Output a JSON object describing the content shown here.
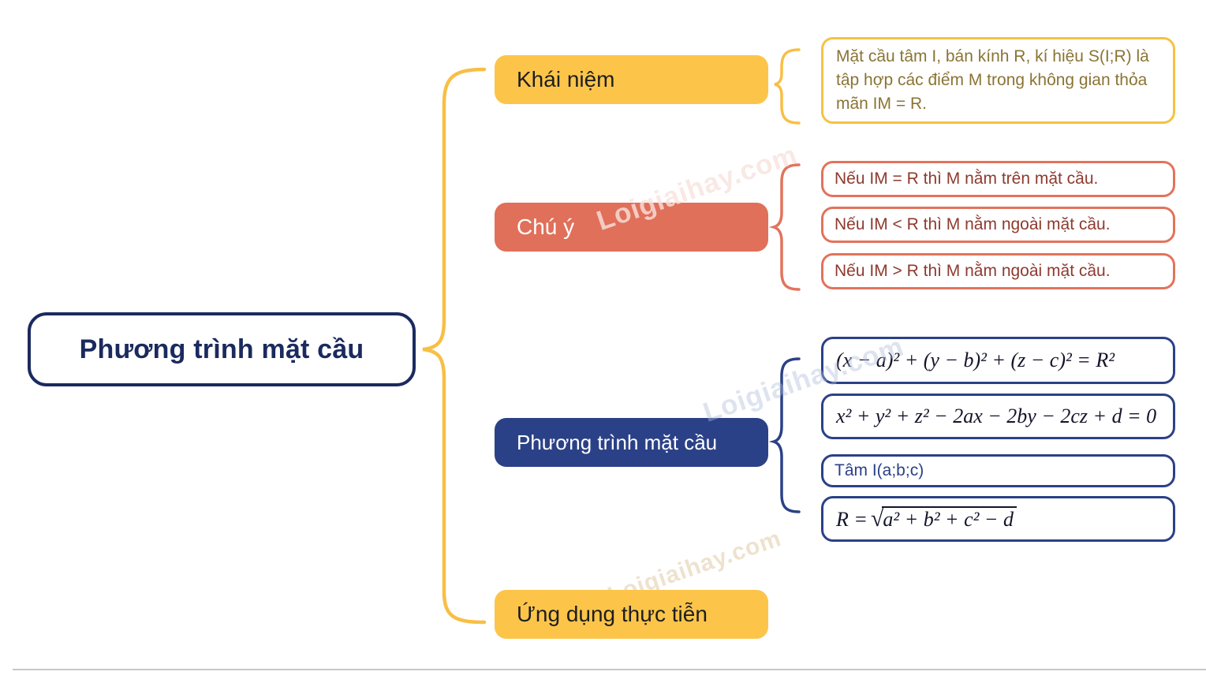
{
  "root": {
    "title": "Phương trình mặt cầu"
  },
  "branches": {
    "concept": {
      "label": "Khái niệm",
      "note": "Mặt cầu tâm I, bán kính R, kí hiệu S(I;R) là tập hợp các điểm M trong không gian thỏa mãn IM = R."
    },
    "attention": {
      "label": "Chú ý",
      "notes": [
        "Nếu IM = R thì M nằm trên mặt cầu.",
        "Nếu IM < R thì M nằm ngoài mặt cầu.",
        "Nếu IM > R thì M nằm ngoài mặt cầu."
      ]
    },
    "equation": {
      "label": "Phương trình mặt cầu",
      "formulas": {
        "standard": "(x − a)² + (y − b)² + (z − c)² = R²",
        "general": "x² + y² + z² − 2ax − 2by − 2cz + d = 0",
        "center": "Tâm I(a;b;c)",
        "radius_prefix": "R =",
        "radius_sqrt": "√",
        "radius_radicand": "a² + b² + c² − d"
      }
    },
    "application": {
      "label": "Ứng dụng thực tiễn"
    }
  },
  "watermark": {
    "text": "Loigiaihay.com"
  },
  "colors": {
    "yellow": "#FCC54A",
    "yellow_border": "#F5C243",
    "salmon": "#E0705A",
    "maroon_text": "#8E3A2E",
    "gold_text": "#8A7434",
    "blue": "#2B4187",
    "navy": "#1B2A5E",
    "divider_gray": "#C7C7C7"
  }
}
